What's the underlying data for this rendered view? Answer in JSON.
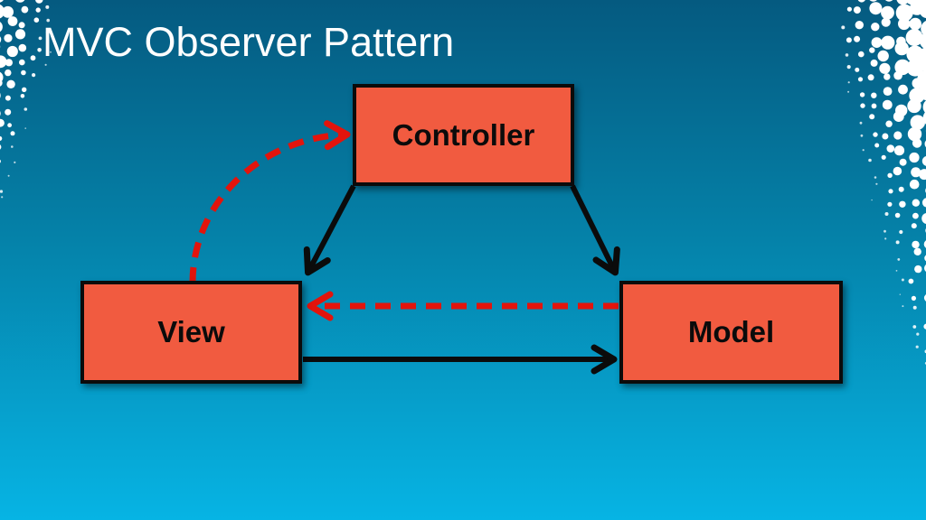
{
  "slide": {
    "title": "MVC Observer Pattern"
  },
  "colors": {
    "background_top": "#055A80",
    "background_middle": "#0581A8",
    "background_bottom": "#06B4E4",
    "title_text": "#FFFFFF",
    "node_fill": "#F15B40",
    "node_border": "#0B0B0B",
    "node_text": "#0B0B0B",
    "edge_solid": "#0B0B0B",
    "edge_dashed": "#E3140C",
    "halftone_dots": "#FFFFFF"
  },
  "diagram": {
    "nodes": [
      {
        "id": "controller",
        "label": "Controller"
      },
      {
        "id": "view",
        "label": "View"
      },
      {
        "id": "model",
        "label": "Model"
      }
    ],
    "edges": [
      {
        "from": "controller",
        "to": "view",
        "style": "solid-black-arrow"
      },
      {
        "from": "controller",
        "to": "model",
        "style": "solid-black-arrow"
      },
      {
        "from": "view",
        "to": "model",
        "style": "solid-black-arrow"
      },
      {
        "from": "model",
        "to": "view",
        "style": "dashed-red-arrow"
      },
      {
        "from": "view",
        "to": "controller",
        "style": "dashed-red-curved-arrow"
      }
    ]
  }
}
